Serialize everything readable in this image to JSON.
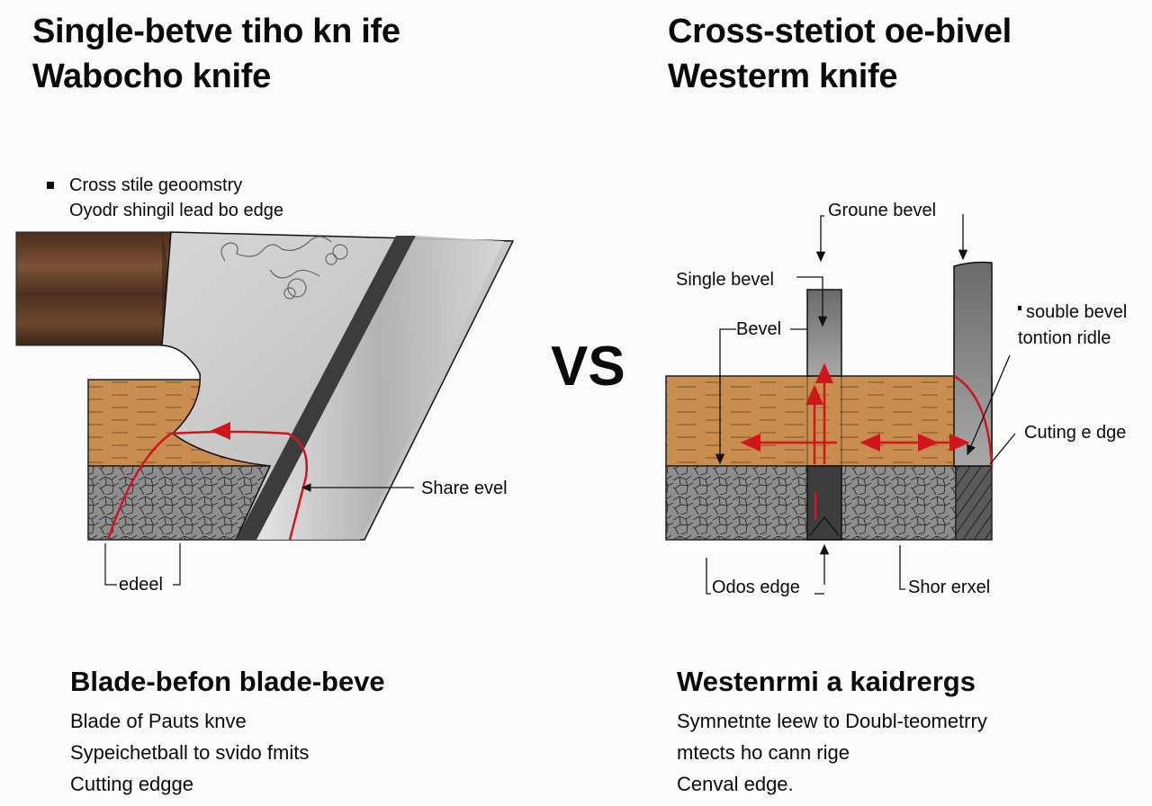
{
  "left": {
    "title_line1": "Single-betve tiho kn ife",
    "title_line2": "Wabocho knife",
    "bullet_line1": "Cross stile geoomstry",
    "bullet_line2": "Oyodr shingil  lead bo edge",
    "label_share_bevel": "Share evel",
    "label_edeel": "edeel",
    "subheading": "Blade-befon blade-beve",
    "desc_lines": [
      "Blade of  Pauts knve",
      "Sypeichetball to svido fmits",
      "Cutting  edgge"
    ]
  },
  "vs_label": "VS",
  "right": {
    "title_line1": "Cross-stetiot oe-bivel",
    "title_line2": "Westerm knife",
    "label_groune_bevel": "Groune bevel",
    "label_single_bevel": "Single bevel",
    "label_bevel": "Bevel",
    "label_double_bevel_line1": "souble bevel",
    "label_double_bevel_line2": "tontion ridle",
    "label_cutting_edge": "Cuting e dge",
    "label_odos_edge": "Odos edge",
    "label_shor_erxel": "Shor erxel",
    "subheading": "Westenrmi a kaidrergs",
    "desc_lines": [
      "Symnetnte leew to Doubl-teometrry",
      "mtects ho cann rige",
      "Cenval edge."
    ]
  },
  "colors": {
    "wood": "#c98d4f",
    "handle": "#5a3a22",
    "steel": "#c4c4c4",
    "stone": "#8a8a8a",
    "arrow_red": "#d0161b"
  }
}
